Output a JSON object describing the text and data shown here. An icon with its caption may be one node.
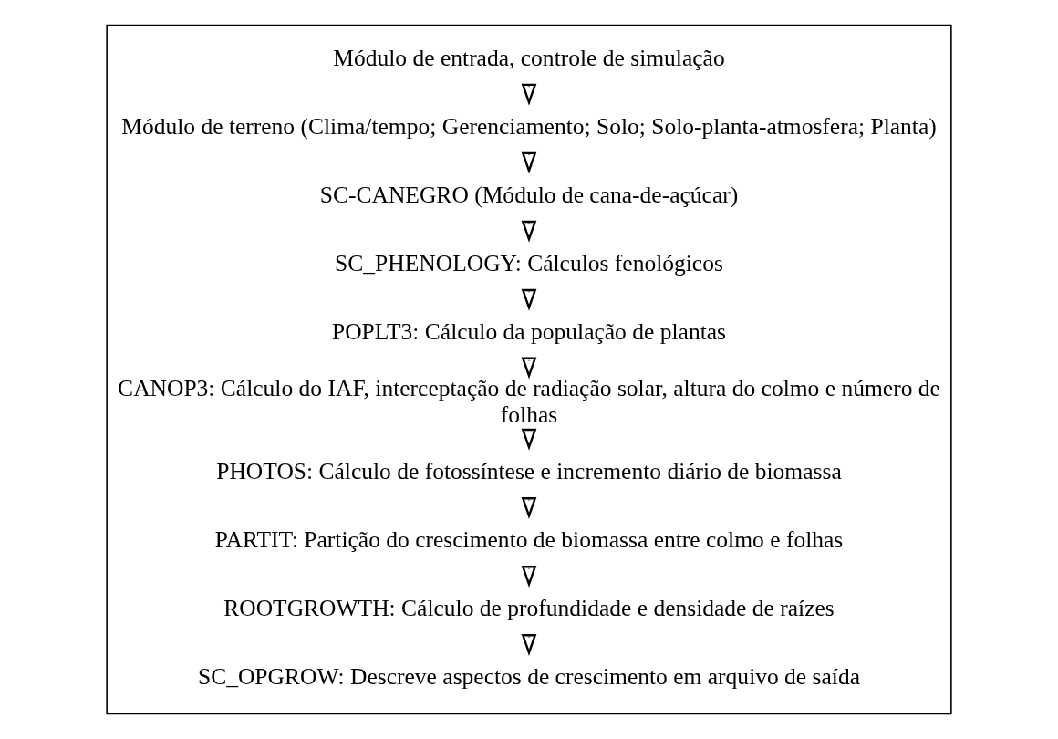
{
  "diagram": {
    "nodes": [
      {
        "text": [],
        "shape": "box"
      },
      {
        "text": [
          "Módulo de entrada, controle de simulação"
        ],
        "in": 0
      },
      {
        "text": [
          "Módulo de terreno (Clima/tempo; Gerenciamento; Solo; Solo-planta-atmosfera; Planta)"
        ],
        "in": 0
      },
      {
        "text": [
          "SC-CANEGRO (Módulo de cana-de-açúcar)"
        ],
        "in": 0
      },
      {
        "text": [
          "SC_PHENOLOGY: Cálculos fenológicos"
        ],
        "in": 0
      },
      {
        "text": [
          "POPLT3: Cálculo da população de plantas"
        ],
        "in": 0
      },
      {
        "text": [
          "CANOP3: Cálculo do IAF, interceptação de radiação solar, altura do colmo e número de folhas"
        ],
        "in": 0
      },
      {
        "text": [
          "PHOTOS: Cálculo de fotossíntese e incremento diário de biomassa"
        ],
        "in": 0
      },
      {
        "text": [
          "PARTIT: Partição do crescimento de biomassa entre colmo e folhas"
        ],
        "in": 0
      },
      {
        "text": [
          "ROOTGROWTH: Cálculo de profundidade e densidade de raízes"
        ],
        "in": 0
      },
      {
        "text": [
          "SC_OPGROW: Descreve aspectos de crescimento em arquivo de saída"
        ],
        "in": 0
      }
    ],
    "edges": [
      {
        "from": 1,
        "to": 2,
        "arrow": "to"
      },
      {
        "from": 2,
        "to": 3,
        "arrow": "to"
      },
      {
        "from": 3,
        "to": 4,
        "arrow": "to"
      },
      {
        "from": 4,
        "to": 5,
        "arrow": "to"
      },
      {
        "from": 5,
        "to": 6,
        "arrow": "to"
      },
      {
        "from": 6,
        "to": 7,
        "arrow": "to"
      },
      {
        "from": 7,
        "to": 8,
        "arrow": "to"
      },
      {
        "from": 8,
        "to": 9,
        "arrow": "to"
      },
      {
        "from": 9,
        "to": 10,
        "arrow": "to"
      }
    ]
  }
}
